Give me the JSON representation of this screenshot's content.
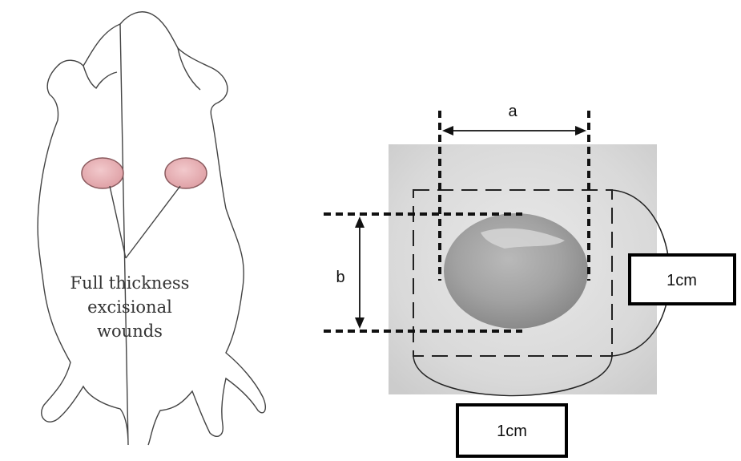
{
  "left_panel": {
    "label_lines": [
      "Full thickness",
      "excisional",
      "wounds"
    ],
    "wound_color": "#e8b4b8"
  },
  "right_panel": {
    "dimension_a": "a",
    "dimension_b": "b",
    "scale_right": "1cm",
    "scale_bottom": "1cm"
  }
}
